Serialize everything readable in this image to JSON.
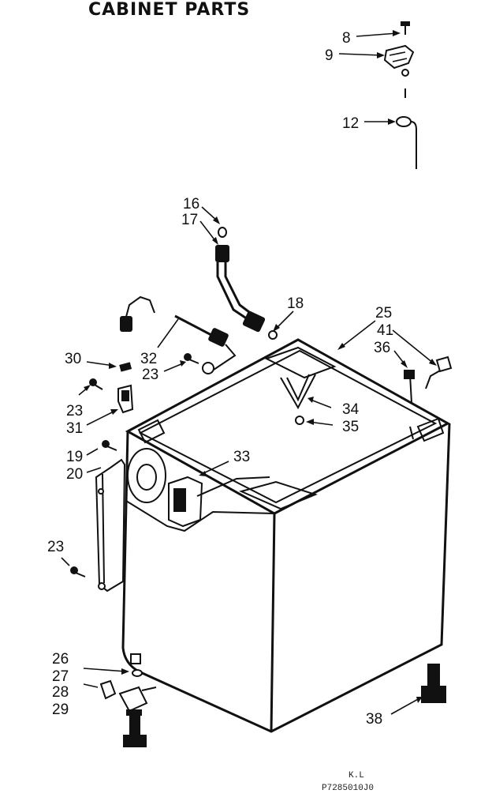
{
  "title": "CABINET PARTS",
  "part_labels": [
    {
      "id": "8",
      "text": "8"
    },
    {
      "id": "9",
      "text": "9"
    },
    {
      "id": "12",
      "text": "12"
    },
    {
      "id": "16",
      "text": "16"
    },
    {
      "id": "17",
      "text": "17"
    },
    {
      "id": "18",
      "text": "18"
    },
    {
      "id": "25",
      "text": "25"
    },
    {
      "id": "41",
      "text": "41"
    },
    {
      "id": "36",
      "text": "36"
    },
    {
      "id": "30",
      "text": "30"
    },
    {
      "id": "32",
      "text": "32"
    },
    {
      "id": "23a",
      "text": "23"
    },
    {
      "id": "23b",
      "text": "23"
    },
    {
      "id": "31",
      "text": "31"
    },
    {
      "id": "34",
      "text": "34"
    },
    {
      "id": "35",
      "text": "35"
    },
    {
      "id": "19",
      "text": "19"
    },
    {
      "id": "20",
      "text": "20"
    },
    {
      "id": "33",
      "text": "33"
    },
    {
      "id": "23c",
      "text": "23"
    },
    {
      "id": "26",
      "text": "26"
    },
    {
      "id": "27",
      "text": "27"
    },
    {
      "id": "28",
      "text": "28"
    },
    {
      "id": "29",
      "text": "29"
    },
    {
      "id": "38",
      "text": "38"
    }
  ],
  "footer": {
    "mark": "K.L",
    "code": "P7285010J0"
  }
}
